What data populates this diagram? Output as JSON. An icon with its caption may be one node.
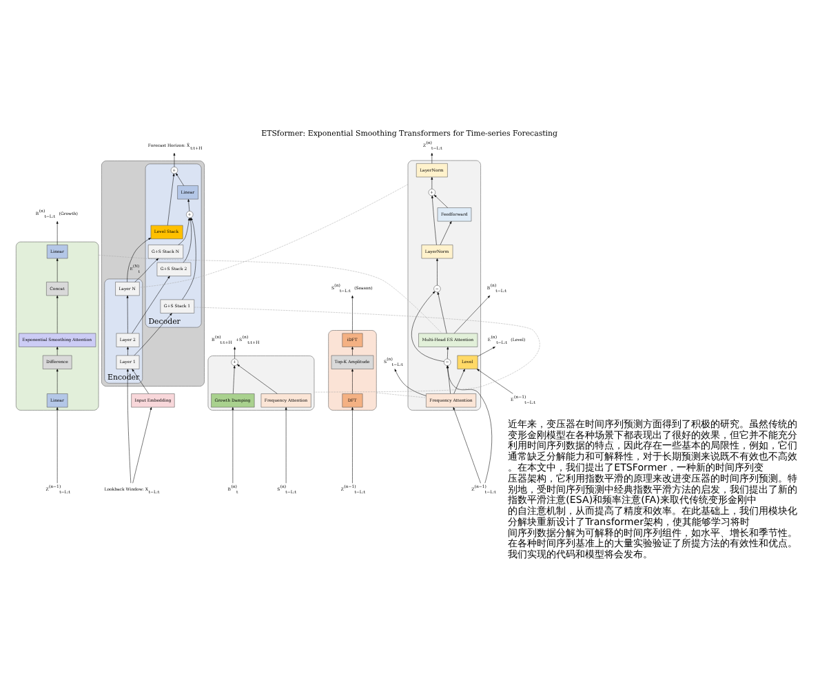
{
  "diagram": {
    "title": "ETSformer: Exponential Smoothing Transformers for Time-series Forecasting",
    "caption": "近年来，变压器在时间序列预测方面得到了积极的研究。虽然传统的变形金刚模型在各种场景下都表现出了很好的效果，但它并不能充分利用时间序列数据的特点，因此存在一些基本的局限性，例如，它们通常缺乏分解能力和可解释性，对于长期预测来说既不有效也不高效。在本文中，我们提出了ETSFormer，一种新的时间序列变压器架构，它利用指数平滑的原理来改进变压器的时间序列预测。特别地，受时间序列预测中经典指数平滑方法的启发，我们提出了新的指数平滑注意(ESA)和频率注意(FA)来取代传统变形金刚中的自注意机制，从而提高了精度和效率。在此基础上，我们用模块化分解块重新设计了Transformer架构，使其能够学习将时间序列数据分解为可解释的时间序列组件，如水平、增长和季节性。在各种时间序列基准上的大量实验验证了所提方法的有效性和优点。我们实现的代码和模型将会发布。",
    "nodes": [
      {
        "text": [],
        "shape": "box"
      },
      {
        "text": [
          "Linear"
        ],
        "in": 0
      },
      {
        "text": [
          "Concat"
        ],
        "in": 0
      },
      {
        "text": [
          "Exponential Smoothing Attention"
        ],
        "in": 0
      },
      {
        "text": [
          "Difference"
        ],
        "in": 0
      },
      {
        "text": [
          "Linear"
        ],
        "in": 0
      },
      {
        "text": [
          "B$^{(n)}$$_{t−L:t}$ (Growth)"
        ]
      },
      {
        "text": [
          "Z$^{(n−1)}$$_{t−L:t}$"
        ]
      },
      {
        "text": [],
        "shape": "box"
      },
      {
        "text": [
          "iDFT"
        ],
        "in": 8
      },
      {
        "text": [
          "Top-K Amplitude"
        ],
        "in": 8
      },
      {
        "text": [
          "DFT"
        ],
        "in": 8
      },
      {
        "text": [
          "S$^{(n)}$$_{t−L:t}$ (Season)"
        ]
      },
      {
        "text": [
          "Z$^{(n−1)}$$_{t−L:t}$"
        ]
      },
      {
        "text": [],
        "shape": "box"
      },
      {
        "text": [
          "LayerNorm"
        ],
        "in": 14
      },
      {
        "text": [
          "+"
        ],
        "in": 14
      },
      {
        "text": [
          "Feedforward"
        ],
        "in": 14
      },
      {
        "text": [
          "LayerNorm"
        ],
        "in": 14
      },
      {
        "text": [
          "−"
        ],
        "in": 14
      },
      {
        "text": [
          "Multi-Head ES Attention"
        ],
        "in": 14
      },
      {
        "text": [
          "−"
        ],
        "in": 14
      },
      {
        "text": [
          "Frequency Attention"
        ],
        "in": 14
      },
      {
        "text": [
          "Level"
        ],
        "in": 14
      },
      {
        "text": [
          "Z$^{(n)}$$_{t−L:t}$"
        ]
      },
      {
        "text": [
          "E$^{(n)}$$_{t−L:t}$ (Level)"
        ]
      },
      {
        "text": [
          "B$^{(n)}$$_{t−L:t}$"
        ]
      },
      {
        "text": [
          "S$^{(n)}$$_{t−L:t}$"
        ]
      },
      {
        "text": [
          "Z$^{(n−1)}$$_{t−L:t}$"
        ]
      },
      {
        "text": [
          "E$^{(n−1)}$$_{t−L:t}$"
        ]
      },
      {
        "text": [
          "Forecast Horizon: X̂$_{t:t+H}$"
        ]
      },
      {
        "text": [],
        "shape": "box"
      },
      {
        "text": [
          "Encoder"
        ],
        "in": 31
      },
      {
        "text": [
          "Layer N"
        ],
        "in": 32
      },
      {
        "text": [
          "Layer 2"
        ],
        "in": 32
      },
      {
        "text": [
          "Layer 1"
        ],
        "in": 32
      },
      {
        "text": [
          "Decoder"
        ],
        "in": 31
      },
      {
        "text": [
          "+"
        ],
        "in": 36
      },
      {
        "text": [
          "Level Stack"
        ],
        "in": 36
      },
      {
        "text": [
          "Linear"
        ],
        "in": 36
      },
      {
        "text": [
          "+"
        ],
        "in": 36
      },
      {
        "text": [
          "G+S Stack N"
        ],
        "in": 36
      },
      {
        "text": [
          "G+S Stack 2"
        ],
        "in": 36
      },
      {
        "text": [
          "G+S Stack 1"
        ],
        "in": 36
      },
      {
        "text": [
          "Input Embedding"
        ]
      },
      {
        "text": [
          "Lookback Window: X$_{t−L:t}$"
        ]
      },
      {
        "text": [],
        "shape": "box"
      },
      {
        "text": [
          "Growth Damping"
        ],
        "in": 46
      },
      {
        "text": [
          "Frequency Attention"
        ],
        "in": 46
      },
      {
        "text": [
          "+"
        ],
        "in": 46
      },
      {
        "text": [
          "B$^{(n)}$$_{t}$"
        ]
      },
      {
        "text": [
          "S$^{(n)}$$_{t−L:t}$"
        ]
      },
      {
        "text": [
          "B$^{(n)}$$_{t:t+H}$ +S$^{(n)}$$_{t:t+H}$"
        ]
      }
    ],
    "edges": [
      {
        "from": 7,
        "to": 5,
        "arrow": "to"
      },
      {
        "from": 5,
        "to": 4,
        "arrow": "to"
      },
      {
        "from": 4,
        "to": 3,
        "arrow": "to"
      },
      {
        "from": 3,
        "to": 2,
        "arrow": "to"
      },
      {
        "from": 2,
        "to": 1,
        "arrow": "to"
      },
      {
        "from": 1,
        "to": 6,
        "arrow": "to"
      },
      {
        "from": 13,
        "to": 11,
        "arrow": "to"
      },
      {
        "from": 11,
        "to": 10,
        "arrow": "to"
      },
      {
        "from": 10,
        "to": 9,
        "arrow": "to"
      },
      {
        "from": 9,
        "to": 12,
        "arrow": "to"
      },
      {
        "from": 28,
        "to": 22,
        "arrow": "to"
      },
      {
        "from": 28,
        "to": 21,
        "arrow": "to"
      },
      {
        "from": 22,
        "to": 21,
        "arrow": "to"
      },
      {
        "from": 21,
        "to": 20,
        "arrow": "to"
      },
      {
        "from": 21,
        "to": 19,
        "arrow": "to"
      },
      {
        "from": 20,
        "to": 19,
        "arrow": "to"
      },
      {
        "from": 19,
        "to": 18,
        "arrow": "to"
      },
      {
        "from": 18,
        "to": 17,
        "arrow": "to"
      },
      {
        "from": 18,
        "to": 16,
        "arrow": "to"
      },
      {
        "from": 17,
        "to": 16,
        "arrow": "to"
      },
      {
        "from": 16,
        "to": 15,
        "arrow": "to"
      },
      {
        "from": 15,
        "to": 24,
        "arrow": "to"
      },
      {
        "from": 22,
        "to": 23,
        "arrow": "to"
      },
      {
        "from": 20,
        "to": 26,
        "arrow": "to"
      },
      {
        "from": 22,
        "to": 27,
        "arrow": "to"
      },
      {
        "from": 29,
        "to": 23,
        "arrow": "to"
      },
      {
        "from": 23,
        "to": 25,
        "arrow": "to"
      },
      {
        "from": 45,
        "to": 44,
        "arrow": "to"
      },
      {
        "from": 45,
        "to": 35,
        "arrow": "to"
      },
      {
        "from": 44,
        "to": 35,
        "arrow": "to"
      },
      {
        "from": 35,
        "to": 34,
        "arrow": "to"
      },
      {
        "from": 34,
        "to": 33,
        "arrow": "to"
      },
      {
        "from": 35,
        "to": 43,
        "arrow": "to"
      },
      {
        "from": 34,
        "to": 42,
        "arrow": "to"
      },
      {
        "from": 33,
        "to": 41,
        "arrow": "to"
      },
      {
        "from": 33,
        "to": 38,
        "arrow": "to",
        "label": "E$^{(N)}$$_{t}$"
      },
      {
        "from": 43,
        "to": 40,
        "arrow": "to"
      },
      {
        "from": 42,
        "to": 40,
        "arrow": "to"
      },
      {
        "from": 41,
        "to": 40,
        "arrow": "to"
      },
      {
        "from": 40,
        "to": 39,
        "arrow": "to"
      },
      {
        "from": 39,
        "to": 37,
        "arrow": "to"
      },
      {
        "from": 38,
        "to": 37,
        "arrow": "to"
      },
      {
        "from": 37,
        "to": 30,
        "arrow": "to"
      },
      {
        "from": 50,
        "to": 47,
        "arrow": "to"
      },
      {
        "from": 51,
        "to": 48,
        "arrow": "to"
      },
      {
        "from": 47,
        "to": 49,
        "arrow": "to"
      },
      {
        "from": 48,
        "to": 49,
        "arrow": "to"
      },
      {
        "from": 49,
        "to": 52,
        "arrow": "to"
      },
      {
        "from": 0,
        "to": 20,
        "arrow": "none",
        "style": "dashed",
        "color": "#aaaaaa"
      },
      {
        "from": 8,
        "to": 22,
        "arrow": "none",
        "style": "dashed",
        "color": "#aaaaaa"
      },
      {
        "from": 14,
        "to": 33,
        "arrow": "none",
        "style": "dashed",
        "color": "#aaaaaa"
      },
      {
        "from": 43,
        "to": 46,
        "arrow": "none",
        "style": "dashed",
        "color": "#aaaaaa"
      }
    ]
  }
}
